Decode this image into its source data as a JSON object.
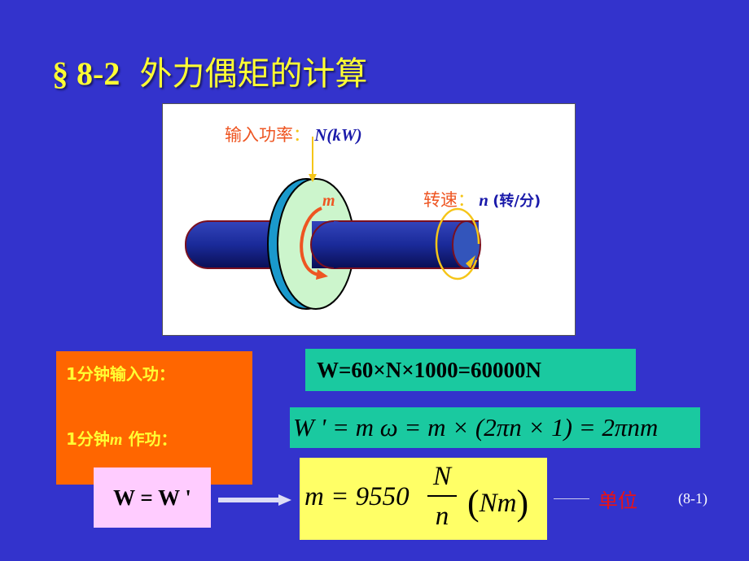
{
  "title": {
    "section": "§ 8-2",
    "text": "外力偶矩的计算"
  },
  "figure": {
    "input_power_label": "输入功率",
    "colon": "：",
    "input_power_var": "N(kW)",
    "torque_label": "m",
    "speed_label": "转速",
    "speed_var": "n",
    "speed_unit": "(转/分)",
    "colors": {
      "shaft": "#1a2a99",
      "disk_face": "#ccf5cc",
      "disk_rim": "#1a99cc",
      "arrow_red": "#ee5522",
      "arrow_yellow": "#f5c518"
    }
  },
  "work_box": {
    "line1_prefix": "1分钟输入功",
    "line1_colon": "：",
    "line2_prefix": "1分钟",
    "line2_var": "m",
    "line2_suffix": " 作功：",
    "color": "#ff6600"
  },
  "formula1": "W=60×N×1000=60000N",
  "formula2": {
    "left": "W ' = m ω = m × ",
    "inner": "(2πn × 1)",
    "right": " = 2πnm"
  },
  "equality_box": "W = W '",
  "result_formula": {
    "lhs": "m = 9550",
    "numerator": "N",
    "denominator": "n",
    "unit_open": "(",
    "unit": "Nm",
    "unit_close": ")"
  },
  "unit_annotation": "单位",
  "equation_number": "(8-1)"
}
